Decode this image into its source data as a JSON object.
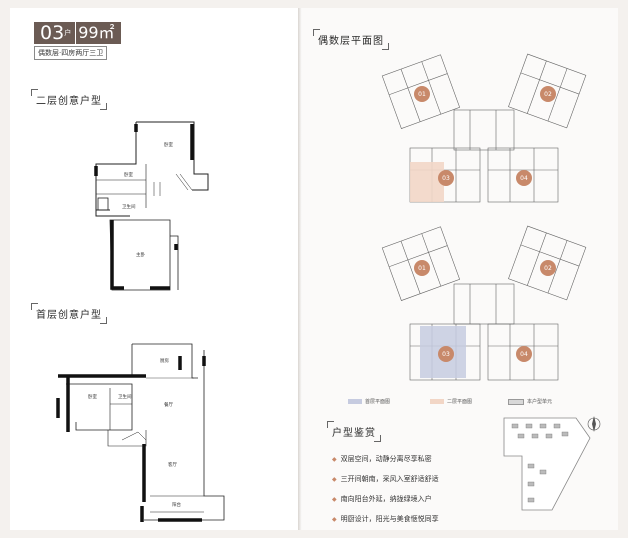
{
  "header": {
    "unit_no": "03",
    "unit_suffix": "户",
    "area": "99㎡",
    "subtitle": "偶数层·四房两厅三卫"
  },
  "sections": {
    "second_floor": "二层创意户型",
    "first_floor": "首层创意户型",
    "even_floor_plan": "偶数层平面图",
    "unit_appreciation": "户型鉴赏"
  },
  "second_floor_rooms": [
    "卧室",
    "卧室",
    "卫生间",
    "主卧"
  ],
  "first_floor_rooms": [
    "厨房",
    "卧室",
    "卫生间",
    "餐厅",
    "客厅",
    "阳台"
  ],
  "plan_badges": [
    "01",
    "02",
    "03",
    "04"
  ],
  "legend": [
    "首层平面图",
    "二层平面图",
    "本户型单元"
  ],
  "features": [
    "双层空间，动静分离尽享私密",
    "三开间朝南，采风入室舒适舒适",
    "南向阳台外延，纳拢绿境入户",
    "明厨设计，阳光与美食惬悦同享"
  ],
  "colors": {
    "accent": "#c8896a",
    "tag": "#6b5b54",
    "highlight_first": "#c6cbe0",
    "highlight_second": "#f2d6c6"
  }
}
